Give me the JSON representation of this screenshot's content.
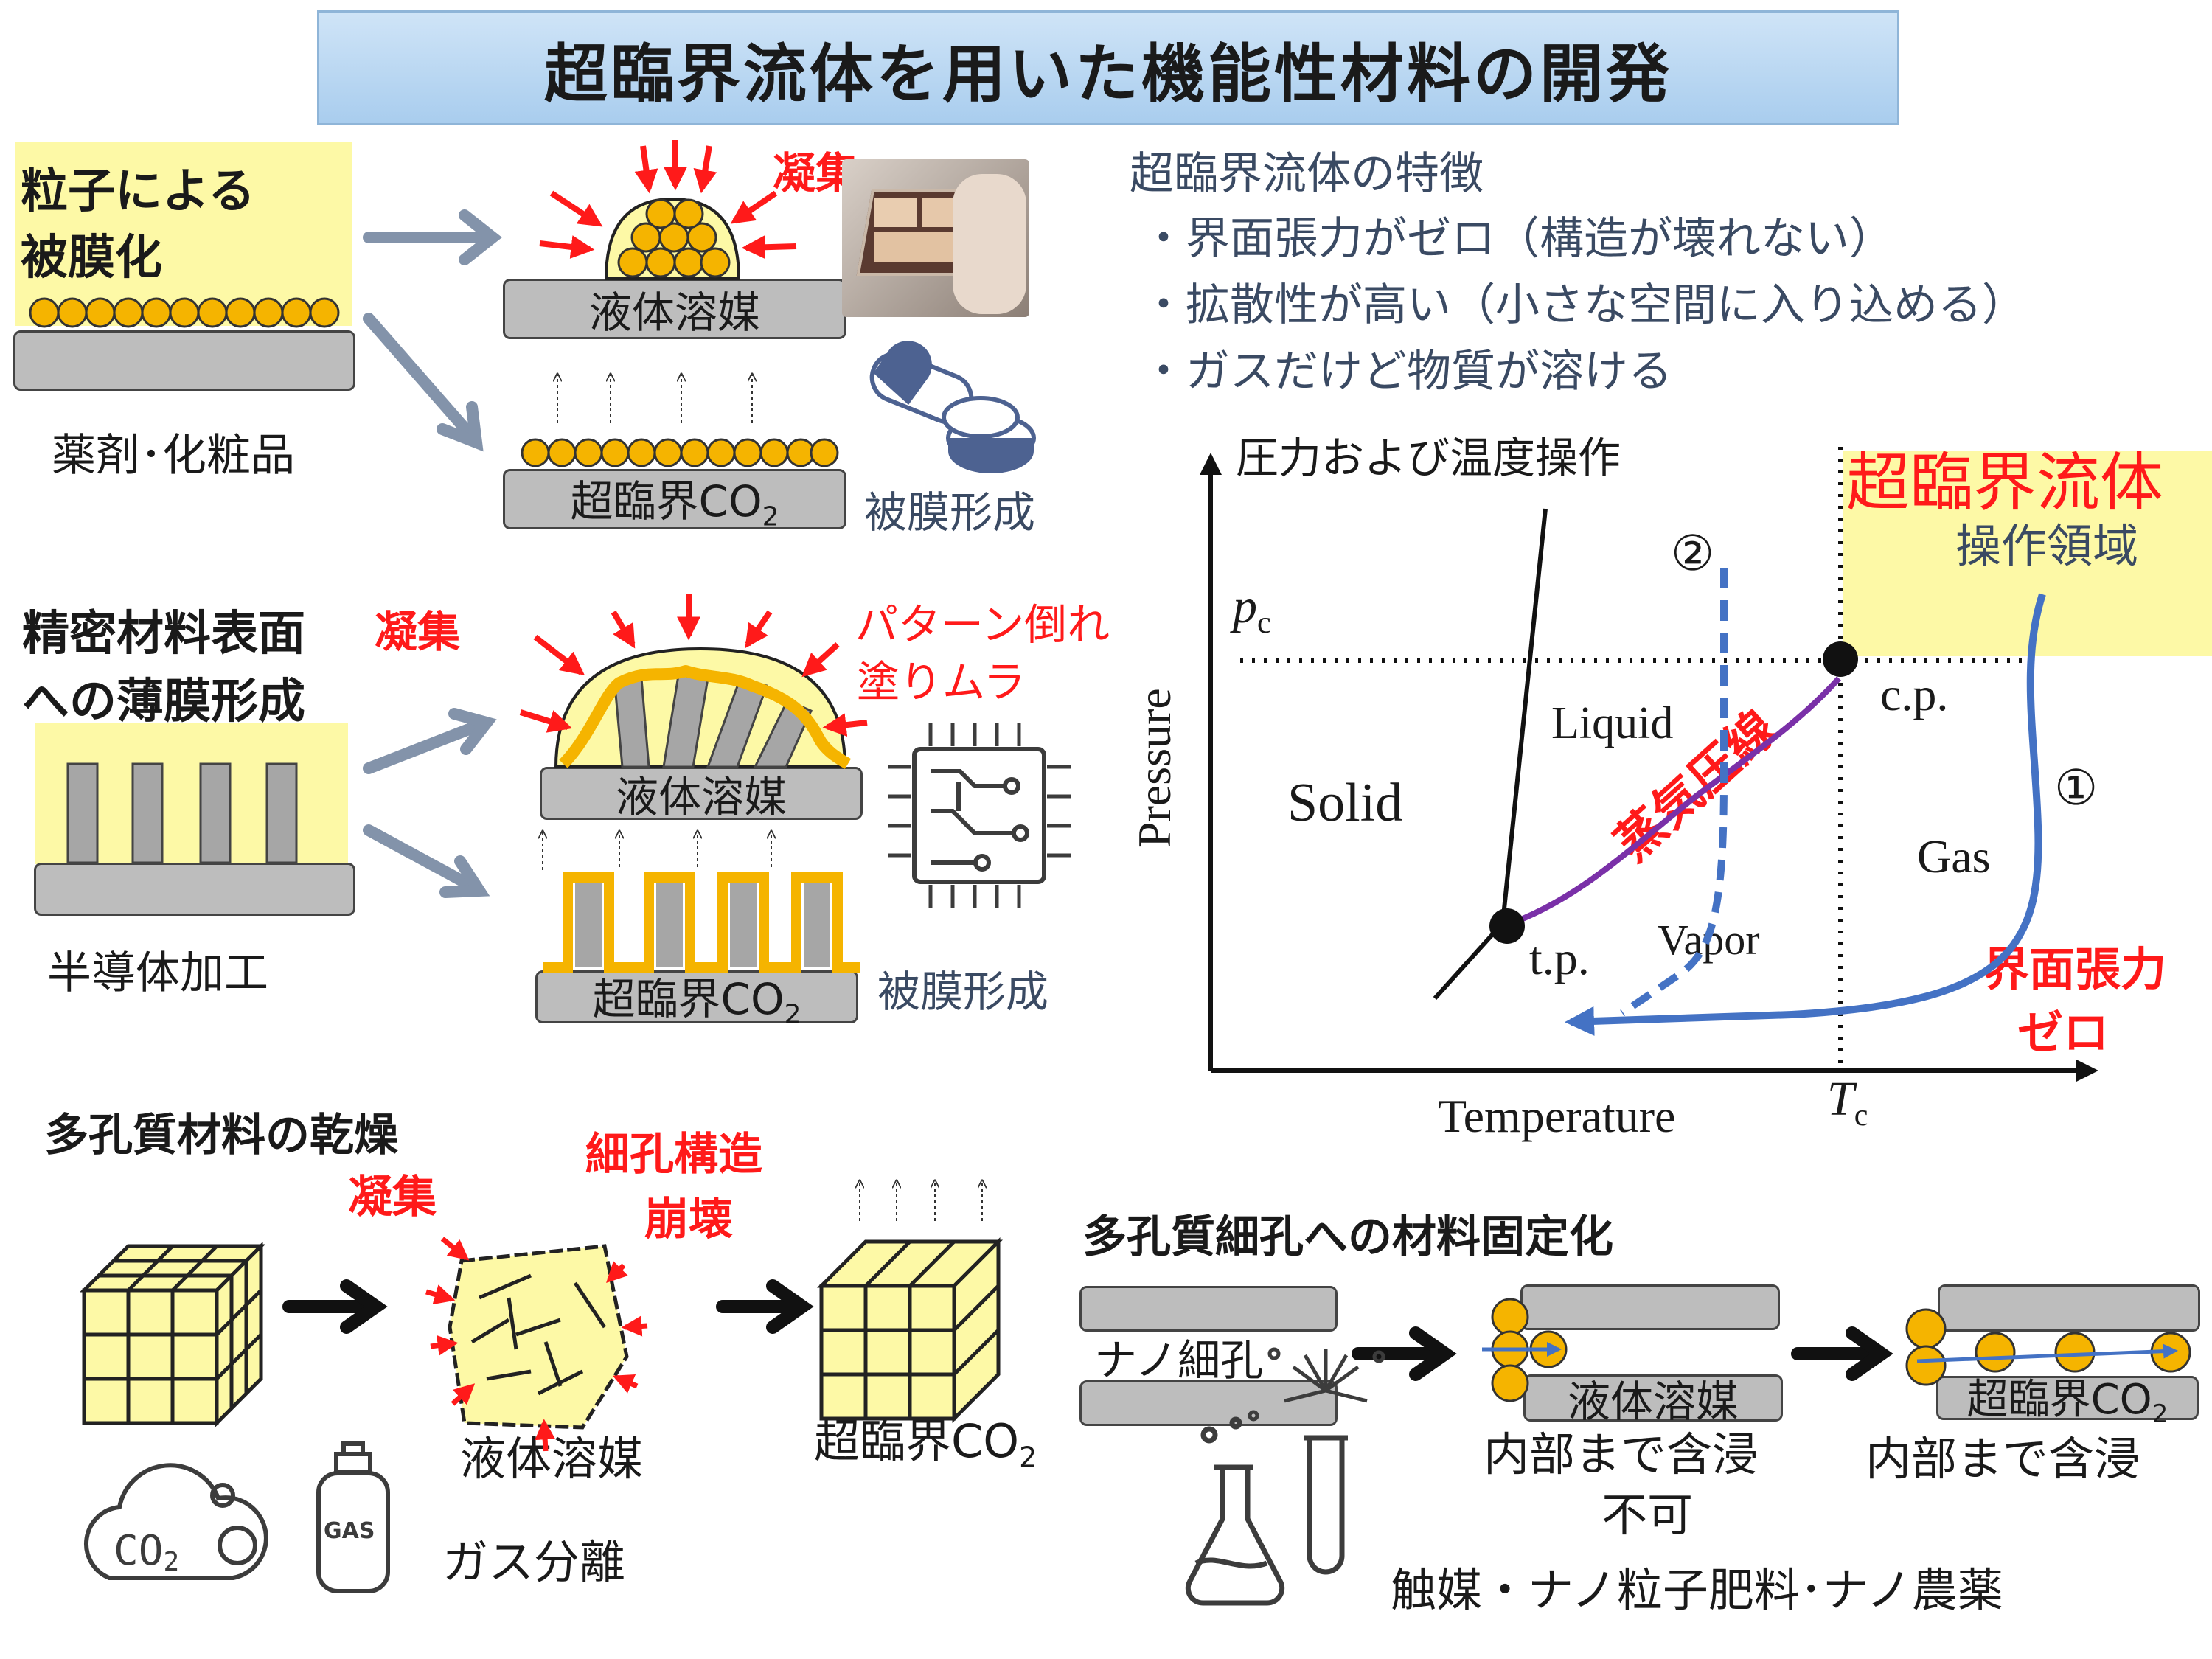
{
  "title": "超臨界流体を用いた機能性材料の開発",
  "panel1": {
    "heading": "粒子による被膜化",
    "heading_line1": "粒子による",
    "heading_line2": "被膜化",
    "label_bottom": "薬剤･化粧品",
    "liquid": "液体溶媒",
    "scco2": "超臨界CO",
    "sub2": "2",
    "aggregation": "凝集",
    "coating": "被膜形成"
  },
  "panel2": {
    "heading_line1": "精密材料表面",
    "heading_line2": "への薄膜形成",
    "aggregation": "凝集",
    "collapse_line1": "パターン倒れ",
    "collapse_line2": "塗りムラ",
    "liquid": "液体溶媒",
    "scco2": "超臨界CO",
    "sub2": "2",
    "label_bottom": "半導体加工",
    "coating": "被膜形成"
  },
  "features": {
    "heading": "超臨界流体の特徴",
    "items": [
      "・界面張力がゼロ（構造が壊れない）",
      "・拡散性が高い（小さな空間に入り込める）",
      "・ガスだけど物質が溶ける"
    ]
  },
  "phase_diagram": {
    "operation_label": "圧力および温度操作",
    "sc_title": "超臨界流体",
    "sc_sub": "操作領域",
    "pc": "p",
    "pc_sub": "c",
    "tc": "T",
    "tc_sub": "c",
    "cp": "c.p.",
    "tp": "t.p.",
    "solid": "Solid",
    "liquid": "Liquid",
    "gas": "Gas",
    "vapor": "Vapor",
    "vapor_line": "蒸気圧線",
    "path1": "①",
    "path2": "②",
    "tension_line1": "界面張力",
    "tension_line2": "ゼロ",
    "xlabel": "Temperature",
    "ylabel": "Pressure"
  },
  "panel3": {
    "heading": "多孔質材料の乾燥",
    "aggregation": "凝集",
    "collapse_line1": "細孔構造",
    "collapse_line2": "崩壊",
    "liquid": "液体溶媒",
    "scco2": "超臨界CO",
    "sub2": "2",
    "gas_sep": "ガス分離",
    "co2_icon": "CO",
    "co2_sub": "2",
    "gas_icon": "GAS"
  },
  "panel4": {
    "heading": "多孔質細孔への材料固定化",
    "nano": "ナノ細孔",
    "liquid": "液体溶媒",
    "scco2": "超臨界CO",
    "sub2": "2",
    "impossible_line1": "内部まで含浸",
    "impossible_line2": "不可",
    "possible": "内部まで含浸",
    "applications": "触媒・ナノ粒子肥料･ナノ農薬"
  },
  "colors": {
    "arrow_gray": "#8393aa",
    "particle": "#f5b400",
    "sc_yellow": "#fdf9a6",
    "path_blue": "#4472c4",
    "vapor_purple": "#7a30a8",
    "red": "#ff1a1a"
  }
}
